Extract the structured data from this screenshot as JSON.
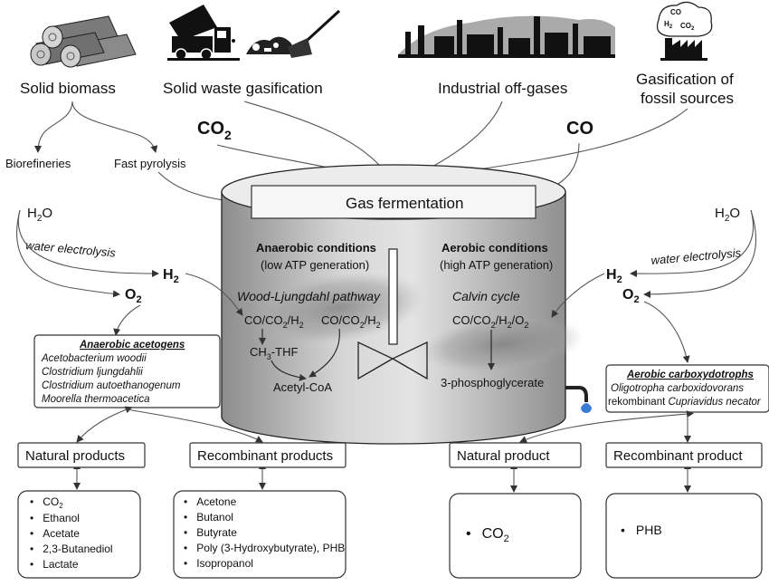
{
  "sources": {
    "solid_biomass": "Solid biomass",
    "solid_waste": "Solid waste gasification",
    "industrial": "Industrial off-gases",
    "fossil_line1": "Gasification of",
    "fossil_line2": "fossil sources",
    "fossil_icon_co": "CO",
    "fossil_icon_h2": "H",
    "fossil_icon_h2_sub": "2",
    "fossil_icon_co2": "CO",
    "fossil_icon_co2_sub": "2"
  },
  "intermediates": {
    "biorefineries": "Biorefineries",
    "fast_pyrolysis": "Fast pyrolysis",
    "co2": "CO",
    "co2_sub": "2",
    "co": "CO"
  },
  "left_side": {
    "h2o": "H",
    "h2o_sub": "2",
    "h2o_end": "O",
    "electrolysis": "water electrolysis",
    "h2": "H",
    "h2_sub": "2",
    "o2": "O",
    "o2_sub": "2"
  },
  "right_side": {
    "h2o": "H",
    "h2o_sub": "2",
    "h2o_end": "O",
    "electrolysis": "water electrolysis",
    "h2": "H",
    "h2_sub": "2",
    "o2": "O",
    "o2_sub": "2"
  },
  "tank": {
    "title": "Gas fermentation",
    "anaerobic_title": "Anaerobic conditions",
    "anaerobic_sub": "(low ATP generation)",
    "aerobic_title": "Aerobic conditions",
    "aerobic_sub": "(high ATP generation)",
    "wl_pathway": "Wood-Ljungdahl pathway",
    "calvin": "Calvin cycle",
    "substrate_a1": "CO/CO",
    "substrate_a1_sub": "2",
    "substrate_a1_end": "/H",
    "substrate_a1_sub2": "2",
    "substrate_a2": "CO/CO",
    "substrate_a2_sub": "2",
    "substrate_a2_end": "/H",
    "substrate_a2_sub2": "2",
    "ch3thf": "CH",
    "ch3thf_sub": "3",
    "ch3thf_end": "-THF",
    "acetyl": "Acetyl-CoA",
    "substrate_b": "CO/CO",
    "substrate_b_sub": "2",
    "substrate_b_mid": "/H",
    "substrate_b_sub2": "2",
    "substrate_b_end": "/O",
    "substrate_b_sub3": "2",
    "pga": "3-phosphoglycerate"
  },
  "anaerobic_box": {
    "heading": "Anaerobic acetogens",
    "organisms": [
      "Acetobacterium woodii",
      "Clostridium ljungdahlii",
      "Clostridium autoethanogenum",
      "Moorella thermoacetica"
    ]
  },
  "aerobic_box": {
    "heading": "Aerobic carboxydotrophs",
    "organism1": "Oligotropha carboxidovorans",
    "organism2_prefix": "rekombinant ",
    "organism2_name": "Cupriavidus necator"
  },
  "product_headers": {
    "natural": "Natural products",
    "recombinant": "Recombinant products",
    "natural_single": "Natural product",
    "recombinant_single": "Recombinant product"
  },
  "natural_list": {
    "co2": "CO",
    "co2_sub": "2",
    "items": [
      "Ethanol",
      "Acetate",
      "2,3-Butanediol",
      "Lactate"
    ]
  },
  "recombinant_list": {
    "items": [
      "Acetone",
      "Butanol",
      "Butyrate",
      "Poly (3-Hydroxybutyrate), PHB",
      "Isopropanol"
    ]
  },
  "aerobic_natural": {
    "co2": "CO",
    "co2_sub": "2"
  },
  "aerobic_recombinant": {
    "item": "PHB"
  },
  "bullet": "•"
}
